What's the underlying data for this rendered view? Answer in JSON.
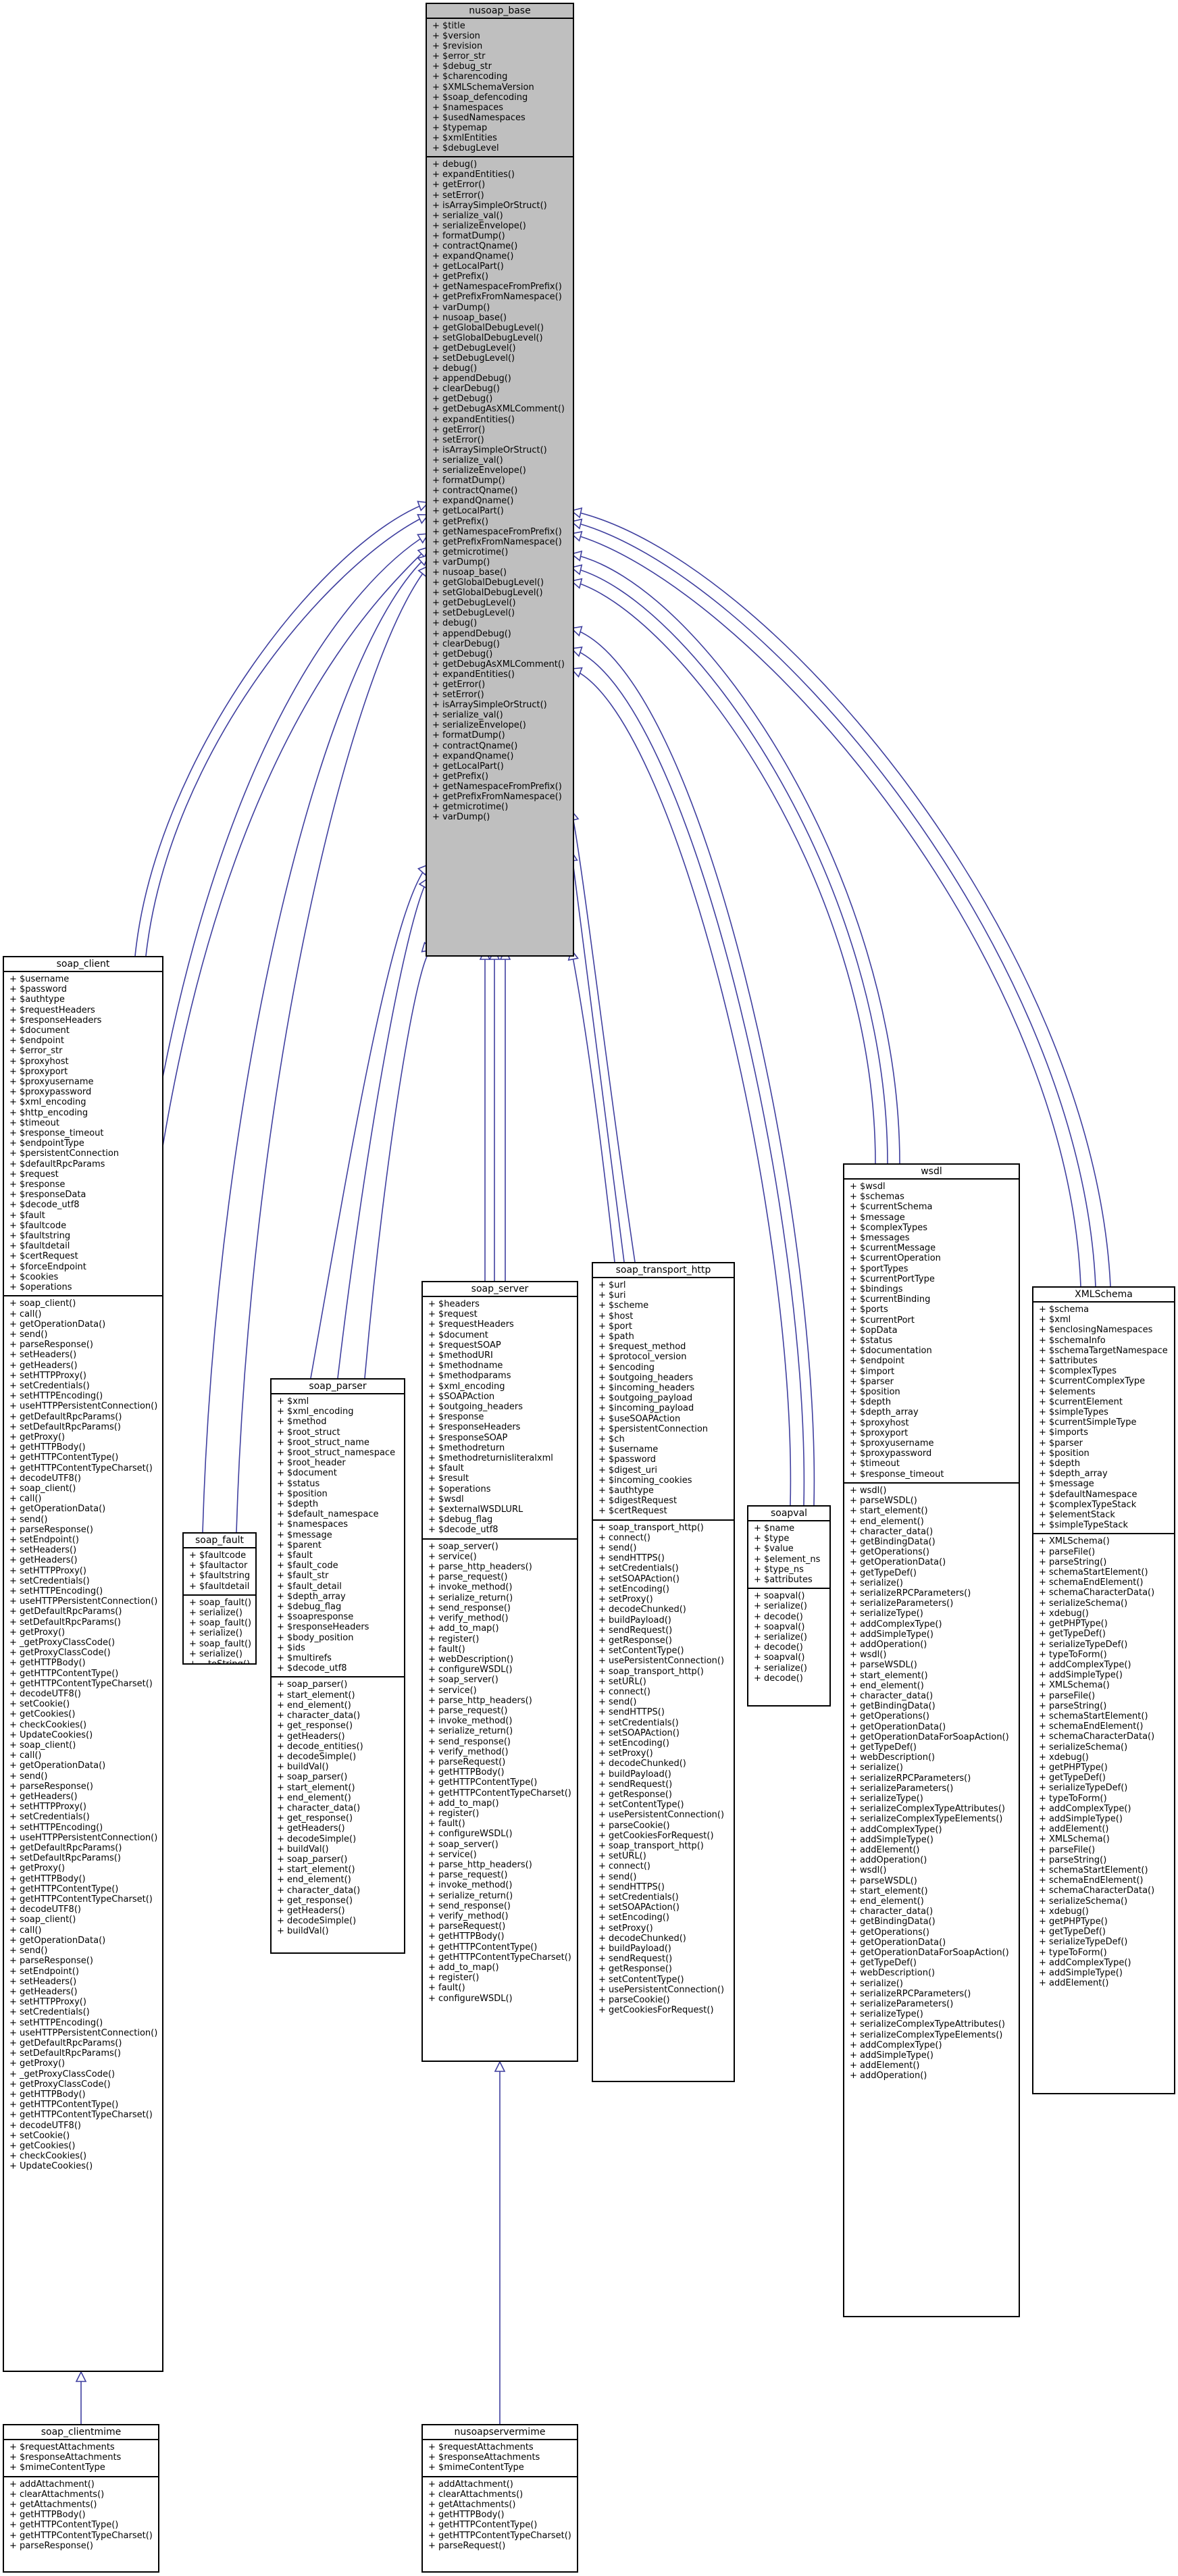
{
  "edge_color": "#3f3f9f",
  "classes": {
    "nusoap_base": {
      "name": "nusoap_base",
      "fill": "#bfbfbf",
      "attributes": [
        "+ $title",
        "+ $version",
        "+ $revision",
        "+ $error_str",
        "+ $debug_str",
        "+ $charencoding",
        "+ $XMLSchemaVersion",
        "+ $soap_defencoding",
        "+ $namespaces",
        "+ $usedNamespaces",
        "+ $typemap",
        "+ $xmlEntities",
        "+ $debugLevel"
      ],
      "methods": [
        "+ debug()",
        "+ expandEntities()",
        "+ getError()",
        "+ setError()",
        "+ isArraySimpleOrStruct()",
        "+ serialize_val()",
        "+ serializeEnvelope()",
        "+ formatDump()",
        "+ contractQname()",
        "+ expandQname()",
        "+ getLocalPart()",
        "+ getPrefix()",
        "+ getNamespaceFromPrefix()",
        "+ getPrefixFromNamespace()",
        "+ varDump()",
        "+ nusoap_base()",
        "+ getGlobalDebugLevel()",
        "+ setGlobalDebugLevel()",
        "+ getDebugLevel()",
        "+ setDebugLevel()",
        "+ debug()",
        "+ appendDebug()",
        "+ clearDebug()",
        "+ getDebug()",
        "+ getDebugAsXMLComment()",
        "+ expandEntities()",
        "+ getError()",
        "+ setError()",
        "+ isArraySimpleOrStruct()",
        "+ serialize_val()",
        "+ serializeEnvelope()",
        "+ formatDump()",
        "+ contractQname()",
        "+ expandQname()",
        "+ getLocalPart()",
        "+ getPrefix()",
        "+ getNamespaceFromPrefix()",
        "+ getPrefixFromNamespace()",
        "+ getmicrotime()",
        "+ varDump()",
        "+ nusoap_base()",
        "+ getGlobalDebugLevel()",
        "+ setGlobalDebugLevel()",
        "+ getDebugLevel()",
        "+ setDebugLevel()",
        "+ debug()",
        "+ appendDebug()",
        "+ clearDebug()",
        "+ getDebug()",
        "+ getDebugAsXMLComment()",
        "+ expandEntities()",
        "+ getError()",
        "+ setError()",
        "+ isArraySimpleOrStruct()",
        "+ serialize_val()",
        "+ serializeEnvelope()",
        "+ formatDump()",
        "+ contractQname()",
        "+ expandQname()",
        "+ getLocalPart()",
        "+ getPrefix()",
        "+ getNamespaceFromPrefix()",
        "+ getPrefixFromNamespace()",
        "+ getmicrotime()",
        "+ varDump()"
      ]
    },
    "soap_client": {
      "name": "soap_client",
      "attributes": [
        "+ $username",
        "+ $password",
        "+ $authtype",
        "+ $requestHeaders",
        "+ $responseHeaders",
        "+ $document",
        "+ $endpoint",
        "+ $error_str",
        "+ $proxyhost",
        "+ $proxyport",
        "+ $proxyusername",
        "+ $proxypassword",
        "+ $xml_encoding",
        "+ $http_encoding",
        "+ $timeout",
        "+ $response_timeout",
        "+ $endpointType",
        "+ $persistentConnection",
        "+ $defaultRpcParams",
        "+ $request",
        "+ $response",
        "+ $responseData",
        "+ $decode_utf8",
        "+ $fault",
        "+ $faultcode",
        "+ $faultstring",
        "+ $faultdetail",
        "+ $certRequest",
        "+ $forceEndpoint",
        "+ $cookies",
        "+ $operations"
      ],
      "methods": [
        "+ soap_client()",
        "+ call()",
        "+ getOperationData()",
        "+ send()",
        "+ parseResponse()",
        "+ setHeaders()",
        "+ getHeaders()",
        "+ setHTTPProxy()",
        "+ setCredentials()",
        "+ setHTTPEncoding()",
        "+ useHTTPPersistentConnection()",
        "+ getDefaultRpcParams()",
        "+ setDefaultRpcParams()",
        "+ getProxy()",
        "+ getHTTPBody()",
        "+ getHTTPContentType()",
        "+ getHTTPContentTypeCharset()",
        "+ decodeUTF8()",
        "+ soap_client()",
        "+ call()",
        "+ getOperationData()",
        "+ send()",
        "+ parseResponse()",
        "+ setEndpoint()",
        "+ setHeaders()",
        "+ getHeaders()",
        "+ setHTTPProxy()",
        "+ setCredentials()",
        "+ setHTTPEncoding()",
        "+ useHTTPPersistentConnection()",
        "+ getDefaultRpcParams()",
        "+ setDefaultRpcParams()",
        "+ getProxy()",
        "+ _getProxyClassCode()",
        "+ getProxyClassCode()",
        "+ getHTTPBody()",
        "+ getHTTPContentType()",
        "+ getHTTPContentTypeCharset()",
        "+ decodeUTF8()",
        "+ setCookie()",
        "+ getCookies()",
        "+ checkCookies()",
        "+ UpdateCookies()",
        "+ soap_client()",
        "+ call()",
        "+ getOperationData()",
        "+ send()",
        "+ parseResponse()",
        "+ getHeaders()",
        "+ setHTTPProxy()",
        "+ setCredentials()",
        "+ setHTTPEncoding()",
        "+ useHTTPPersistentConnection()",
        "+ getDefaultRpcParams()",
        "+ setDefaultRpcParams()",
        "+ getProxy()",
        "+ getHTTPBody()",
        "+ getHTTPContentType()",
        "+ getHTTPContentTypeCharset()",
        "+ decodeUTF8()",
        "+ soap_client()",
        "+ call()",
        "+ getOperationData()",
        "+ send()",
        "+ parseResponse()",
        "+ setEndpoint()",
        "+ setHeaders()",
        "+ getHeaders()",
        "+ setHTTPProxy()",
        "+ setCredentials()",
        "+ setHTTPEncoding()",
        "+ useHTTPPersistentConnection()",
        "+ getDefaultRpcParams()",
        "+ setDefaultRpcParams()",
        "+ getProxy()",
        "+ _getProxyClassCode()",
        "+ getProxyClassCode()",
        "+ getHTTPBody()",
        "+ getHTTPContentType()",
        "+ getHTTPContentTypeCharset()",
        "+ decodeUTF8()",
        "+ setCookie()",
        "+ getCookies()",
        "+ checkCookies()",
        "+ UpdateCookies()"
      ]
    },
    "soap_fault": {
      "name": "soap_fault",
      "attributes": [
        "+ $faultcode",
        "+ $faultactor",
        "+ $faultstring",
        "+ $faultdetail"
      ],
      "methods": [
        "+ soap_fault()",
        "+ serialize()",
        "+ soap_fault()",
        "+ serialize()",
        "+ soap_fault()",
        "+ serialize()",
        "+ __toString()"
      ]
    },
    "soap_parser": {
      "name": "soap_parser",
      "attributes": [
        "+ $xml",
        "+ $xml_encoding",
        "+ $method",
        "+ $root_struct",
        "+ $root_struct_name",
        "+ $root_struct_namespace",
        "+ $root_header",
        "+ $document",
        "+ $status",
        "+ $position",
        "+ $depth",
        "+ $default_namespace",
        "+ $namespaces",
        "+ $message",
        "+ $parent",
        "+ $fault",
        "+ $fault_code",
        "+ $fault_str",
        "+ $fault_detail",
        "+ $depth_array",
        "+ $debug_flag",
        "+ $soapresponse",
        "+ $responseHeaders",
        "+ $body_position",
        "+ $ids",
        "+ $multirefs",
        "+ $decode_utf8"
      ],
      "methods": [
        "+ soap_parser()",
        "+ start_element()",
        "+ end_element()",
        "+ character_data()",
        "+ get_response()",
        "+ getHeaders()",
        "+ decode_entities()",
        "+ decodeSimple()",
        "+ buildVal()",
        "+ soap_parser()",
        "+ start_element()",
        "+ end_element()",
        "+ character_data()",
        "+ get_response()",
        "+ getHeaders()",
        "+ decodeSimple()",
        "+ buildVal()",
        "+ soap_parser()",
        "+ start_element()",
        "+ end_element()",
        "+ character_data()",
        "+ get_response()",
        "+ getHeaders()",
        "+ decodeSimple()",
        "+ buildVal()"
      ]
    },
    "soap_server": {
      "name": "soap_server",
      "attributes": [
        "+ $headers",
        "+ $request",
        "+ $requestHeaders",
        "+ $document",
        "+ $requestSOAP",
        "+ $methodURI",
        "+ $methodname",
        "+ $methodparams",
        "+ $xml_encoding",
        "+ $SOAPAction",
        "+ $outgoing_headers",
        "+ $response",
        "+ $responseHeaders",
        "+ $responseSOAP",
        "+ $methodreturn",
        "+ $methodreturnisliteralxml",
        "+ $fault",
        "+ $result",
        "+ $operations",
        "+ $wsdl",
        "+ $externalWSDLURL",
        "+ $debug_flag",
        "+ $decode_utf8"
      ],
      "methods": [
        "+ soap_server()",
        "+ service()",
        "+ parse_http_headers()",
        "+ parse_request()",
        "+ invoke_method()",
        "+ serialize_return()",
        "+ send_response()",
        "+ verify_method()",
        "+ add_to_map()",
        "+ register()",
        "+ fault()",
        "+ webDescription()",
        "+ configureWSDL()",
        "+ soap_server()",
        "+ service()",
        "+ parse_http_headers()",
        "+ parse_request()",
        "+ invoke_method()",
        "+ serialize_return()",
        "+ send_response()",
        "+ verify_method()",
        "+ parseRequest()",
        "+ getHTTPBody()",
        "+ getHTTPContentType()",
        "+ getHTTPContentTypeCharset()",
        "+ add_to_map()",
        "+ register()",
        "+ fault()",
        "+ configureWSDL()",
        "+ soap_server()",
        "+ service()",
        "+ parse_http_headers()",
        "+ parse_request()",
        "+ invoke_method()",
        "+ serialize_return()",
        "+ send_response()",
        "+ verify_method()",
        "+ parseRequest()",
        "+ getHTTPBody()",
        "+ getHTTPContentType()",
        "+ getHTTPContentTypeCharset()",
        "+ add_to_map()",
        "+ register()",
        "+ fault()",
        "+ configureWSDL()"
      ]
    },
    "soap_transport_http": {
      "name": "soap_transport_http",
      "attributes": [
        "+ $url",
        "+ $uri",
        "+ $scheme",
        "+ $host",
        "+ $port",
        "+ $path",
        "+ $request_method",
        "+ $protocol_version",
        "+ $encoding",
        "+ $outgoing_headers",
        "+ $incoming_headers",
        "+ $outgoing_payload",
        "+ $incoming_payload",
        "+ $useSOAPAction",
        "+ $persistentConnection",
        "+ $ch",
        "+ $username",
        "+ $password",
        "+ $digest_uri",
        "+ $incoming_cookies",
        "+ $authtype",
        "+ $digestRequest",
        "+ $certRequest"
      ],
      "methods": [
        "+ soap_transport_http()",
        "+ connect()",
        "+ send()",
        "+ sendHTTPS()",
        "+ setCredentials()",
        "+ setSOAPAction()",
        "+ setEncoding()",
        "+ setProxy()",
        "+ decodeChunked()",
        "+ buildPayload()",
        "+ sendRequest()",
        "+ getResponse()",
        "+ setContentType()",
        "+ usePersistentConnection()",
        "+ soap_transport_http()",
        "+ setURL()",
        "+ connect()",
        "+ send()",
        "+ sendHTTPS()",
        "+ setCredentials()",
        "+ setSOAPAction()",
        "+ setEncoding()",
        "+ setProxy()",
        "+ decodeChunked()",
        "+ buildPayload()",
        "+ sendRequest()",
        "+ getResponse()",
        "+ setContentType()",
        "+ usePersistentConnection()",
        "+ parseCookie()",
        "+ getCookiesForRequest()",
        "+ soap_transport_http()",
        "+ setURL()",
        "+ connect()",
        "+ send()",
        "+ sendHTTPS()",
        "+ setCredentials()",
        "+ setSOAPAction()",
        "+ setEncoding()",
        "+ setProxy()",
        "+ decodeChunked()",
        "+ buildPayload()",
        "+ sendRequest()",
        "+ getResponse()",
        "+ setContentType()",
        "+ usePersistentConnection()",
        "+ parseCookie()",
        "+ getCookiesForRequest()"
      ]
    },
    "soapval": {
      "name": "soapval",
      "attributes": [
        "+ $name",
        "+ $type",
        "+ $value",
        "+ $element_ns",
        "+ $type_ns",
        "+ $attributes"
      ],
      "methods": [
        "+ soapval()",
        "+ serialize()",
        "+ decode()",
        "+ soapval()",
        "+ serialize()",
        "+ decode()",
        "+ soapval()",
        "+ serialize()",
        "+ decode()"
      ]
    },
    "wsdl": {
      "name": "wsdl",
      "attributes": [
        "+ $wsdl",
        "+ $schemas",
        "+ $currentSchema",
        "+ $message",
        "+ $complexTypes",
        "+ $messages",
        "+ $currentMessage",
        "+ $currentOperation",
        "+ $portTypes",
        "+ $currentPortType",
        "+ $bindings",
        "+ $currentBinding",
        "+ $ports",
        "+ $currentPort",
        "+ $opData",
        "+ $status",
        "+ $documentation",
        "+ $endpoint",
        "+ $import",
        "+ $parser",
        "+ $position",
        "+ $depth",
        "+ $depth_array",
        "+ $proxyhost",
        "+ $proxyport",
        "+ $proxyusername",
        "+ $proxypassword",
        "+ $timeout",
        "+ $response_timeout"
      ],
      "methods": [
        "+ wsdl()",
        "+ parseWSDL()",
        "+ start_element()",
        "+ end_element()",
        "+ character_data()",
        "+ getBindingData()",
        "+ getOperations()",
        "+ getOperationData()",
        "+ getTypeDef()",
        "+ serialize()",
        "+ serializeRPCParameters()",
        "+ serializeParameters()",
        "+ serializeType()",
        "+ addComplexType()",
        "+ addSimpleType()",
        "+ addOperation()",
        "+ wsdl()",
        "+ parseWSDL()",
        "+ start_element()",
        "+ end_element()",
        "+ character_data()",
        "+ getBindingData()",
        "+ getOperations()",
        "+ getOperationData()",
        "+ getOperationDataForSoapAction()",
        "+ getTypeDef()",
        "+ webDescription()",
        "+ serialize()",
        "+ serializeRPCParameters()",
        "+ serializeParameters()",
        "+ serializeType()",
        "+ serializeComplexTypeAttributes()",
        "+ serializeComplexTypeElements()",
        "+ addComplexType()",
        "+ addSimpleType()",
        "+ addElement()",
        "+ addOperation()",
        "+ wsdl()",
        "+ parseWSDL()",
        "+ start_element()",
        "+ end_element()",
        "+ character_data()",
        "+ getBindingData()",
        "+ getOperations()",
        "+ getOperationData()",
        "+ getOperationDataForSoapAction()",
        "+ getTypeDef()",
        "+ webDescription()",
        "+ serialize()",
        "+ serializeRPCParameters()",
        "+ serializeParameters()",
        "+ serializeType()",
        "+ serializeComplexTypeAttributes()",
        "+ serializeComplexTypeElements()",
        "+ addComplexType()",
        "+ addSimpleType()",
        "+ addElement()",
        "+ addOperation()"
      ]
    },
    "XMLSchema": {
      "name": "XMLSchema",
      "attributes": [
        "+ $schema",
        "+ $xml",
        "+ $enclosingNamespaces",
        "+ $schemaInfo",
        "+ $schemaTargetNamespace",
        "+ $attributes",
        "+ $complexTypes",
        "+ $currentComplexType",
        "+ $elements",
        "+ $currentElement",
        "+ $simpleTypes",
        "+ $currentSimpleType",
        "+ $imports",
        "+ $parser",
        "+ $position",
        "+ $depth",
        "+ $depth_array",
        "+ $message",
        "+ $defaultNamespace",
        "+ $complexTypeStack",
        "+ $elementStack",
        "+ $simpleTypeStack"
      ],
      "methods": [
        "+ XMLSchema()",
        "+ parseFile()",
        "+ parseString()",
        "+ schemaStartElement()",
        "+ schemaEndElement()",
        "+ schemaCharacterData()",
        "+ serializeSchema()",
        "+ xdebug()",
        "+ getPHPType()",
        "+ getTypeDef()",
        "+ serializeTypeDef()",
        "+ typeToForm()",
        "+ addComplexType()",
        "+ addSimpleType()",
        "+ XMLSchema()",
        "+ parseFile()",
        "+ parseString()",
        "+ schemaStartElement()",
        "+ schemaEndElement()",
        "+ schemaCharacterData()",
        "+ serializeSchema()",
        "+ xdebug()",
        "+ getPHPType()",
        "+ getTypeDef()",
        "+ serializeTypeDef()",
        "+ typeToForm()",
        "+ addComplexType()",
        "+ addSimpleType()",
        "+ addElement()",
        "+ XMLSchema()",
        "+ parseFile()",
        "+ parseString()",
        "+ schemaStartElement()",
        "+ schemaEndElement()",
        "+ schemaCharacterData()",
        "+ serializeSchema()",
        "+ xdebug()",
        "+ getPHPType()",
        "+ getTypeDef()",
        "+ serializeTypeDef()",
        "+ typeToForm()",
        "+ addComplexType()",
        "+ addSimpleType()",
        "+ addElement()"
      ]
    },
    "soap_clientmime": {
      "name": "soap_clientmime",
      "attributes": [
        "+ $requestAttachments",
        "+ $responseAttachments",
        "+ $mimeContentType"
      ],
      "methods": [
        "+ addAttachment()",
        "+ clearAttachments()",
        "+ getAttachments()",
        "+ getHTTPBody()",
        "+ getHTTPContentType()",
        "+ getHTTPContentTypeCharset()",
        "+ parseResponse()"
      ]
    },
    "nusoapservermime": {
      "name": "nusoapservermime",
      "attributes": [
        "+ $requestAttachments",
        "+ $responseAttachments",
        "+ $mimeContentType"
      ],
      "methods": [
        "+ addAttachment()",
        "+ clearAttachments()",
        "+ getAttachments()",
        "+ getHTTPBody()",
        "+ getHTTPContentType()",
        "+ getHTTPContentTypeCharset()",
        "+ parseRequest()"
      ]
    }
  }
}
